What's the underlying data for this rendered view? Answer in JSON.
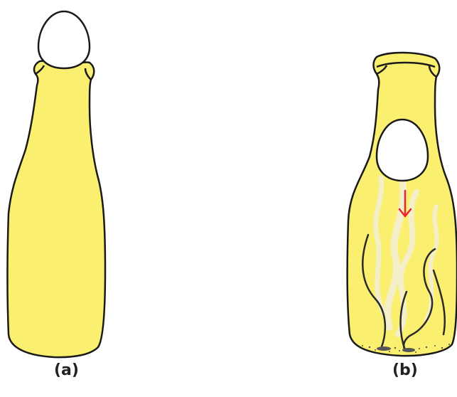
{
  "panels": [
    {
      "id": "a",
      "label": "(a)",
      "caption": ""
    },
    {
      "id": "b",
      "label": "(b)",
      "caption": ""
    }
  ],
  "colors": {
    "bottle_fill": "#FAEF6E",
    "bottle_stroke": "#1a1a1a",
    "egg_fill": "#ffffff",
    "arrow": "#E8262C",
    "smoke": "#F4EFD8",
    "ash": "#555555"
  },
  "icons": {
    "arrow": "arrow-down-icon"
  }
}
